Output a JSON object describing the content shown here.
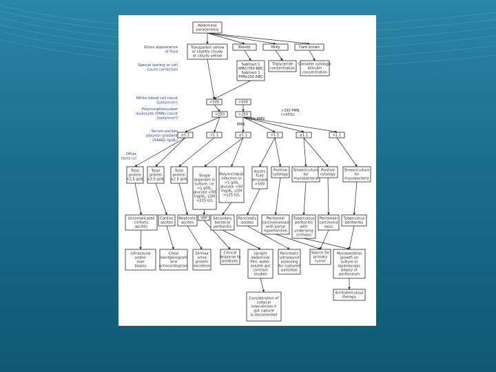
{
  "colors": {
    "background": "#1a6e8c",
    "panel": "#ffffff",
    "side_label": "#1d3f9a",
    "line": "#222222"
  },
  "side_labels": {
    "gross_appearance": [
      "Gross appearance",
      "of fluid"
    ],
    "special_testing": [
      "Special testing or cell",
      "count correction"
    ],
    "wbc_count": [
      "White blood cell count",
      "(cells/mm³)"
    ],
    "pmn_count": [
      "Polymorphonuclear",
      "leukocyte (PMN) count",
      "(cells/mm³)"
    ],
    "saag": [
      "Serum-ascites",
      "albumin gradient",
      "(SAAG) (g/dL)"
    ],
    "other_tests": [
      "Other",
      "tests (s)"
    ]
  },
  "nodes": {
    "root": [
      "Abdominal",
      "paracentesis"
    ],
    "clear": [
      "Transparent yellow",
      "or slightly cloudy",
      "or cloudy yellow"
    ],
    "bloody": [
      "Bloody"
    ],
    "milky": [
      "Milky"
    ],
    "dark_brown": [
      "Dark brown"
    ],
    "subtract": [
      "Subtract 1",
      "WBC/750 RBC",
      "Subtract 1",
      "PMN/250 RBC"
    ],
    "triglyceride": [
      "Triglyceride",
      "concentration"
    ],
    "bilirubin": [
      "Consider cytologic",
      "bilirubin",
      "concentration"
    ],
    "wbc_low": [
      "<500"
    ],
    "wbc_high": [
      ">500"
    ],
    "pmn_low": [
      "<250"
    ],
    "pmn_high": [
      ">250"
    ],
    "saag_1": [
      "≥1.1"
    ],
    "saag_2": [
      "<1.1"
    ],
    "saag_3": [
      "≥1.1"
    ],
    "saag_4": [
      "<1.1"
    ],
    "saag_5": [
      "≥1.1"
    ],
    "saag_6": [
      "<1.1"
    ],
    "t_total_protein_low": [
      "Total",
      "protein",
      "<2.5 g/dL"
    ],
    "t_total_protein_high": [
      "Total",
      "protein",
      "≥2.5 g/dL"
    ],
    "t_total_protein_high2": [
      "Total",
      "protein",
      "≥2.5 g/dL"
    ],
    "t_single_org": [
      "Single",
      "organism in",
      "culture, i.e.",
      "<1 g/dL,",
      "glucose >50",
      "mg/dL, LDH",
      "<225 U/L"
    ],
    "t_polymicrobial": [
      "Polymicrobial",
      "infection or",
      ">1 g/dL",
      "glucose <50",
      "mg/dL, LDH",
      ">225 U/L"
    ],
    "t_amylase": [
      "Ascitic",
      "fluid",
      "amylase",
      ">500"
    ],
    "t_positive_cyt": [
      "Positive",
      "cytology"
    ],
    "t_smear_culture": [
      "Smear/culture",
      "for",
      "mycobacteria"
    ],
    "t_positive_cyt2": [
      "Positive",
      "cytology"
    ],
    "t_smear_culture2": [
      "Smear/culture",
      "for",
      "mycobacteria"
    ],
    "d_uncomplicated": [
      "Uncomplicated",
      "cirrhotic",
      "ascites"
    ],
    "d_cardiac": [
      "Cardiac",
      "ascites"
    ],
    "d_nephrotic": [
      "Nephrotic",
      "ascites"
    ],
    "d_sbp": [
      "SBP"
    ],
    "d_secondary": [
      "Secondary",
      "bacterial",
      "peritonitis"
    ],
    "d_pancreatic": [
      "Pancreatic",
      "ascites"
    ],
    "d_carcinomatosis": [
      "Peritoneal",
      "carcinomatosis",
      "with portal",
      "hypertension"
    ],
    "d_tb_cirrhosis": [
      "Tuberculous",
      "peritonitis",
      "with",
      "underlying",
      "cirrhosis"
    ],
    "d_carcinoma": [
      "Peritoneal",
      "carcinoma",
      "tosis"
    ],
    "d_tb": [
      "Tuberculous",
      "peritonitis"
    ],
    "a_ultrasound": [
      "Ultrasound",
      "and/or",
      "liver",
      "biopsy"
    ],
    "a_chest": [
      "Chest",
      "roentgenogram",
      "and",
      "echocardiogram"
    ],
    "a_urine": [
      "24-hour",
      "urine",
      "protein",
      "excretion"
    ],
    "a_clinical": [
      "Clinical",
      "response to",
      "antibiotic"
    ],
    "a_upright": [
      "Upright",
      "abdominal",
      "film, water-",
      "soluble gut",
      "contrast",
      "studies"
    ],
    "a_ct": [
      "Pancreatic",
      "ultrasound",
      "assessing",
      "for ruptured",
      "pancreas"
    ],
    "a_search": [
      "Search for",
      "primary",
      "tumor"
    ],
    "a_growth": [
      "Mycobacterial",
      "growth on",
      "culture or",
      "laparoscopic",
      "biopsy of",
      "peritoneum"
    ],
    "a_surgical": [
      "Consideration of",
      "surgical",
      "intervention if",
      "gut rupture",
      "is documented"
    ],
    "a_antituberculous": [
      "Antituberculous",
      "therapy"
    ]
  },
  "edge_labels": {
    "pmn_gt_500": [
      ">250 PMN",
      "(>50%)"
    ],
    "pmn_eq": [
      "<50% PMN"
    ],
    "pmn_note": [
      "PMN"
    ]
  }
}
